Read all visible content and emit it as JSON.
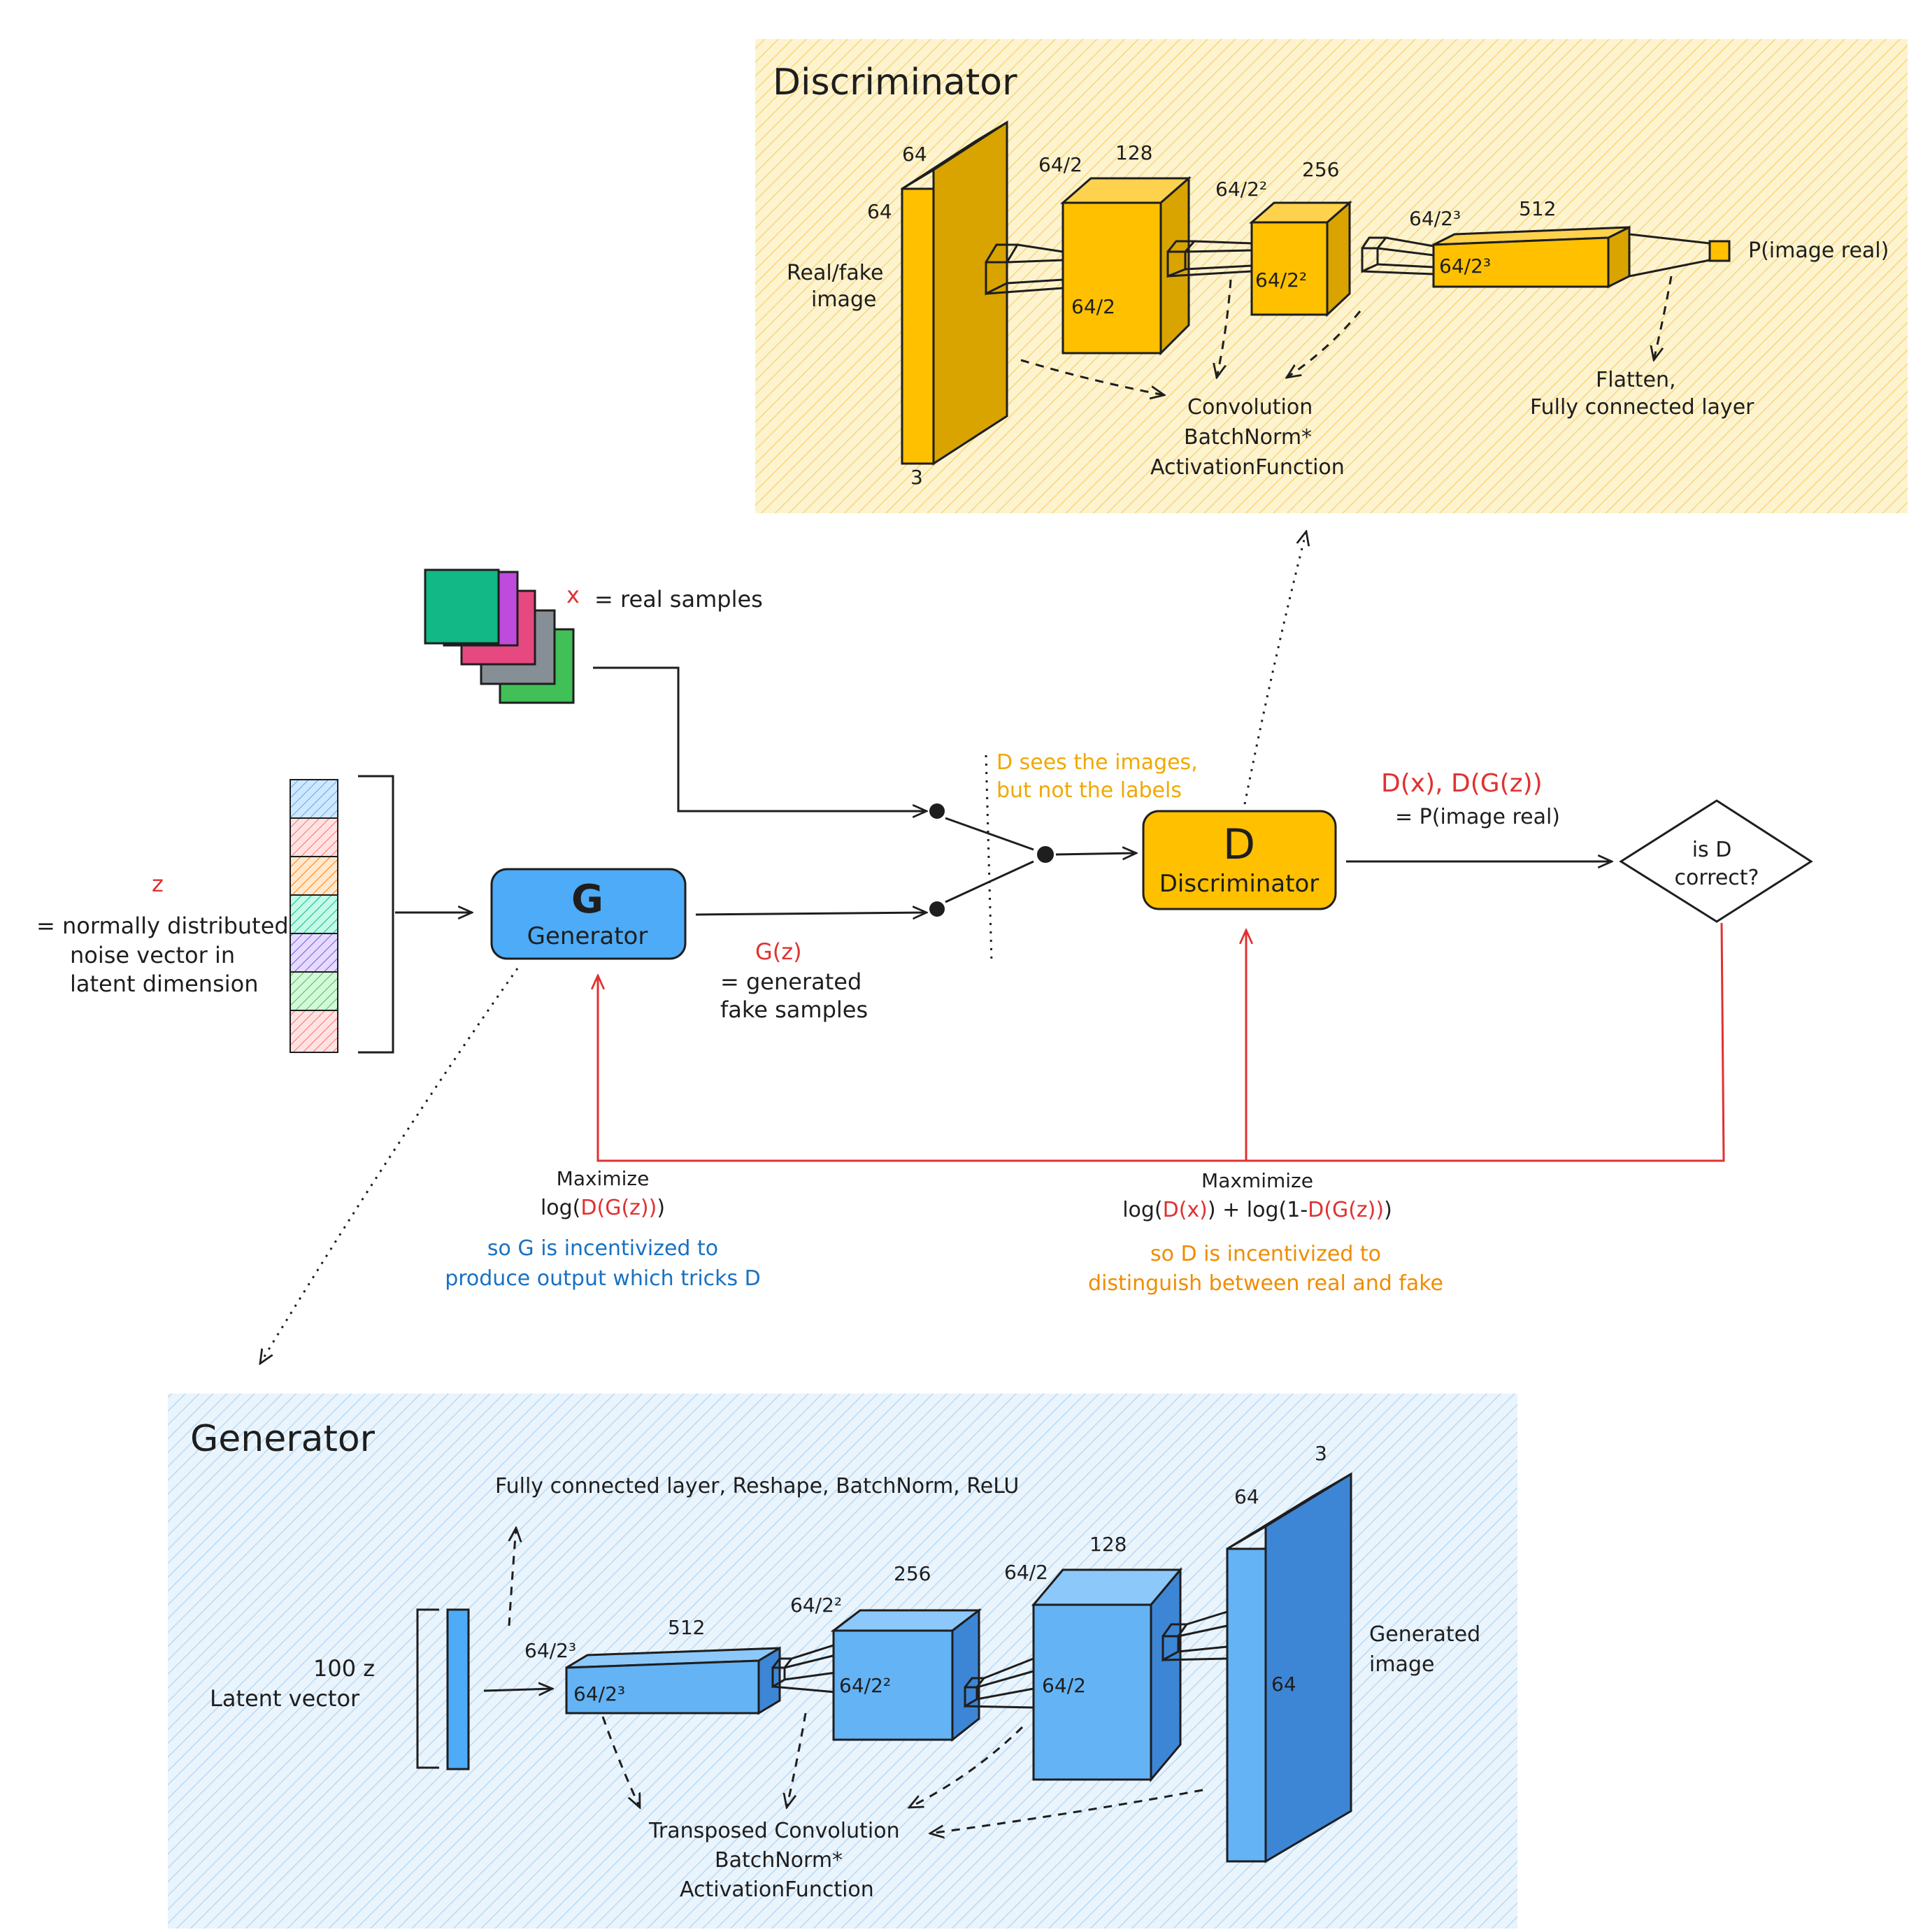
{
  "colors": {
    "discriminator_panel": "#fbeec0",
    "generator_panel": "#dcecf9",
    "discriminator_box": "#ffc000",
    "generator_box": "#4dabf7",
    "red_text": "#e03131",
    "blue_text": "#1971c2",
    "orange_text": "#f08c00"
  },
  "discriminator_panel": {
    "title": "Discriminator",
    "input_label_1": "Real/fake",
    "input_label_2": "image",
    "layer1": {
      "top": "64",
      "side": "64",
      "bottom": "3"
    },
    "layer2": {
      "side": "64/2",
      "top": "128",
      "front": "64/2"
    },
    "layer3": {
      "side": "64/2²",
      "top": "256",
      "front": "64/2²"
    },
    "layer4": {
      "side": "64/2³",
      "top": "512",
      "front": "64/2³"
    },
    "output_label": "P(image real)",
    "conv_label_1": "Convolution",
    "conv_label_2": "BatchNorm*",
    "conv_label_3": "ActivationFunction",
    "fc_label_1": "Flatten,",
    "fc_label_2": "Fully connected layer"
  },
  "overview": {
    "real_samples_var": "x",
    "real_samples_text": "= real samples",
    "z_var": "z",
    "z_text_1": "= normally distributed",
    "z_text_2": "noise vector in",
    "z_text_3": "latent dimension",
    "generator_symbol": "G",
    "generator_label": "Generator",
    "gz_var": "G(z)",
    "gz_text_1": "= generated",
    "gz_text_2": "fake samples",
    "d_sees_1": "D sees the images,",
    "d_sees_2": "but not the labels",
    "discriminator_symbol": "D",
    "discriminator_label": "Discriminator",
    "d_output_var": "D(x), D(G(z))",
    "d_output_text": "= P(image real)",
    "decision_1": "is D",
    "decision_2": "correct?",
    "g_objective_title": "Maximize",
    "g_objective_open": "log(",
    "g_objective_red": "D(G(z))",
    "g_objective_close": ")",
    "g_note_1": "so G is incentivized to",
    "g_note_2": "produce output which tricks D",
    "d_objective_title": "Maxmimize",
    "d_objective_a": "log(",
    "d_objective_b": "D(x)",
    "d_objective_c": ") + log(1-",
    "d_objective_d": "D(G(z))",
    "d_objective_e": ")",
    "d_note_1": "so D is incentivized to",
    "d_note_2": "distinguish between real and fake"
  },
  "generator_panel": {
    "title": "Generator",
    "fc_label": "Fully connected layer, Reshape, BatchNorm, ReLU",
    "latent_1": "100 z",
    "latent_2": "Latent vector",
    "layer1": {
      "side": "64/2³",
      "top": "512",
      "front": "64/2³"
    },
    "layer2": {
      "side": "64/2²",
      "top": "256",
      "front": "64/2²"
    },
    "layer3": {
      "side": "64/2",
      "top": "128",
      "front": "64/2"
    },
    "layer4": {
      "side": "64",
      "top": "3",
      "front": "64"
    },
    "output_1": "Generated",
    "output_2": "image",
    "tconv_1": "Transposed Convolution",
    "tconv_2": "BatchNorm*",
    "tconv_3": "ActivationFunction"
  }
}
